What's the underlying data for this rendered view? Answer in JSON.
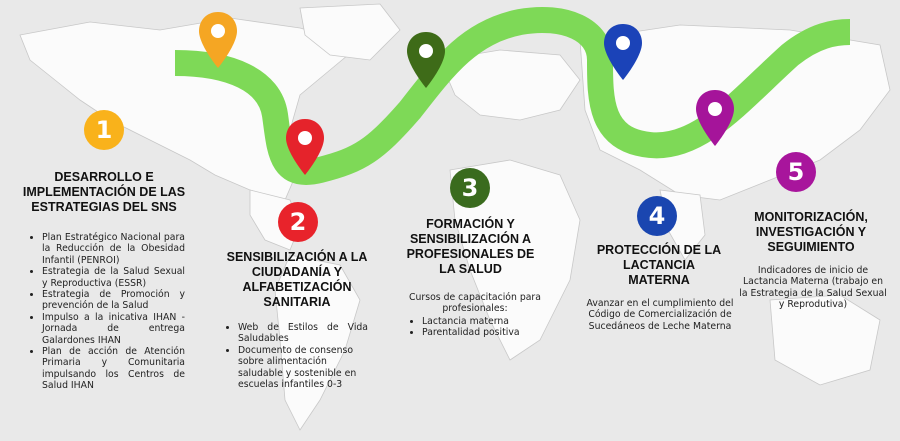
{
  "colors": {
    "road": "#7ed957",
    "step1": "#f9b21b",
    "step2": "#e8232b",
    "step3": "#3a6b1e",
    "step4": "#1a46b0",
    "step5": "#a8159c",
    "pin_orange": "#f5a623",
    "pin_red": "#e5232b",
    "pin_darkgreen": "#3e6b18",
    "pin_blue": "#1b43b8",
    "pin_purple": "#a5149a"
  },
  "icons": [
    "location-pin-icon"
  ],
  "steps": [
    {
      "number": "1",
      "title": "DESARROLLO E IMPLEMENTACIÓN DE LAS ESTRATEGIAS DEL SNS",
      "items": [
        "Plan Estratégico Nacional para la Reducción de la Obesidad Infantil (PENROI)",
        "Estrategia de la Salud Sexual y Reproductiva (ESSR)",
        "Estrategia de Promoción y prevención de la Salud",
        "Impulso a la inicativa IHAN -Jornada de entrega Galardones IHAN",
        "Plan de acción de Atención Primaria y Comunitaria impulsando los Centros de Salud IHAN"
      ]
    },
    {
      "number": "2",
      "title": "SENSIBILIZACIÓN A LA CIUDADANÍA Y ALFABETIZACIÓN SANITARIA",
      "items": [
        "Web de Estilos de Vida Saludables",
        "Documento de consenso sobre alimentación saludable y sostenible en escuelas infantiles 0-3"
      ]
    },
    {
      "number": "3",
      "title": "FORMACIÓN Y SENSIBILIZACIÓN A PROFESIONALES DE LA SALUD",
      "intro": "Cursos de capacitación para profesionales:",
      "items": [
        "Lactancia materna",
        "Parentalidad positiva"
      ]
    },
    {
      "number": "4",
      "title": "PROTECCIÓN DE LA LACTANCIA MATERNA",
      "text": "Avanzar en el cumplimiento del Código de Comercialización de Sucedáneos de Leche Materna"
    },
    {
      "number": "5",
      "title": "MONITORIZACIÓN, INVESTIGACIÓN Y SEGUIMIENTO",
      "text": "Indicadores de inicio de Lactancia Materna (trabajo en la Estrategia de la Salud Sexual y Reprodutiva)"
    }
  ]
}
